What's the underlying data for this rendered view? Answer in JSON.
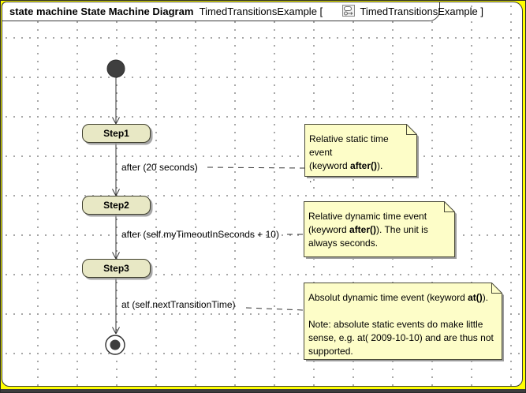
{
  "title": {
    "kw1": "state machine",
    "kw2": "State Machine Diagram",
    "name": "TimedTransitionsExample",
    "open": "[",
    "diagram_name": "TimedTransitionsExample",
    "close": "]"
  },
  "states": [
    {
      "label": "Step1"
    },
    {
      "label": "Step2"
    },
    {
      "label": "Step3"
    }
  ],
  "transitions": [
    {
      "label": "after (20 seconds)"
    },
    {
      "label": "after (self.myTimeoutInSeconds + 10)"
    },
    {
      "label": "at (self.nextTransitionTime)"
    }
  ],
  "notes": [
    {
      "line1": "Relative static time event",
      "line2_pre": "(keyword ",
      "line2_kw": "after()",
      "line2_post": ").",
      "line3": "."
    },
    {
      "line1": "Relative dynamic time event",
      "line2_pre": "(keyword ",
      "line2_kw": "after()",
      "line2_post": "). The unit is",
      "line3": "always seconds."
    },
    {
      "line1_pre": "Absolut dynamic time event (keyword ",
      "line1_kw": "at()",
      "line1_post": ").",
      "line2": "Note: absolute static events do make little",
      "line3": "sense, e.g. at( 2009-10-10) and are thus not",
      "line4": "supported."
    }
  ],
  "colors": {
    "canvas_background": "#ffff00",
    "frame_background": "#ffffff",
    "state_fill": "#e8e8c5",
    "note_fill": "#fdfdc8",
    "node_fill": "#3f3f3f",
    "line": "#333333",
    "shadow": "#999999",
    "bottom_strip": "#3d3d3d"
  }
}
